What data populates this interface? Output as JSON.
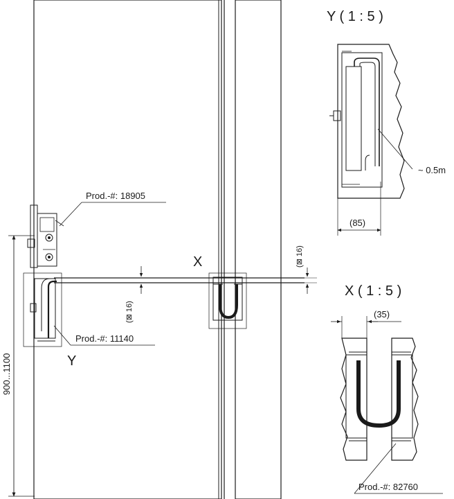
{
  "views": {
    "y_title": "Y ( 1 : 5 )",
    "x_title": "X ( 1 : 5 )"
  },
  "callouts": {
    "x": "X",
    "y": "Y"
  },
  "products": {
    "p1": "Prod.-#: 18905",
    "p2": "Prod.-#: 11140",
    "p3": "Prod.-#: 82760"
  },
  "dimensions": {
    "height": "900...1100",
    "cable_left": "(⊠ 16)",
    "cable_right": "(⊠ 16)",
    "y_depth": "(85)",
    "x_width": "(35)",
    "cable_length": "~ 0.5m"
  }
}
